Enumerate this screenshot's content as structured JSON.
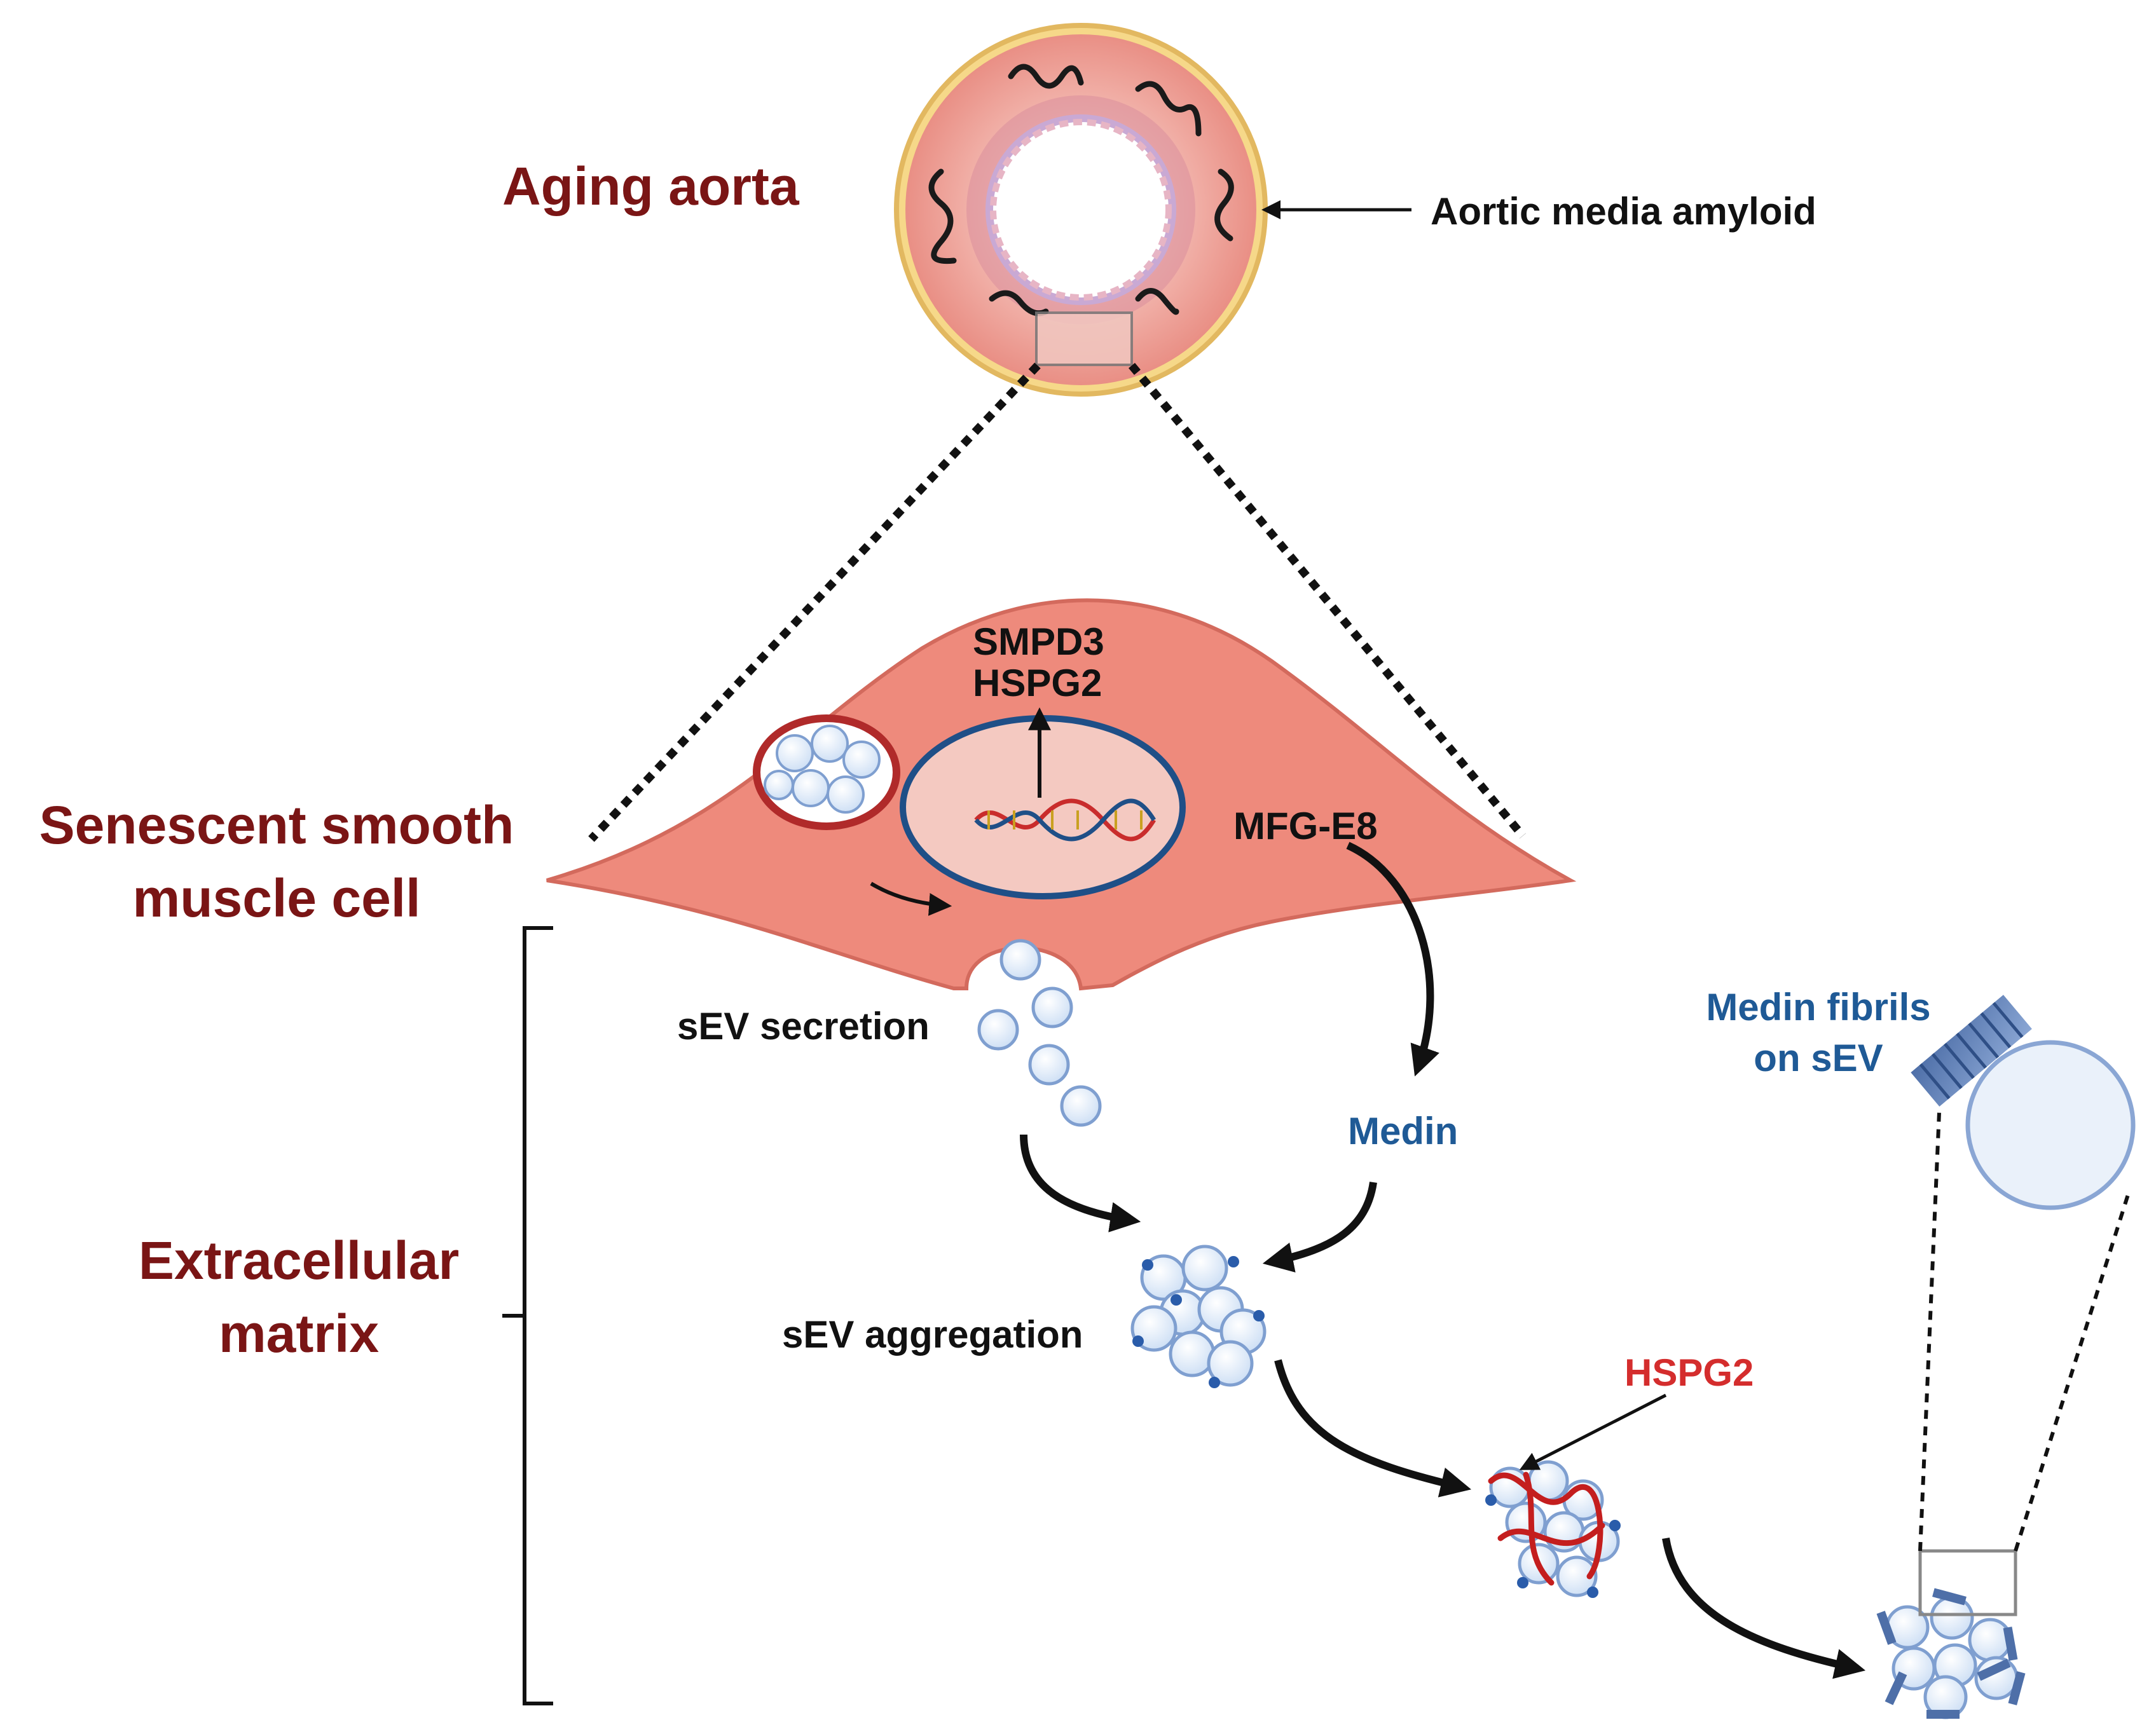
{
  "labels": {
    "aging_aorta": "Aging aorta",
    "aortic_media_amyloid": "Aortic media amyloid",
    "smpd3": "SMPD3",
    "hspg2_nucleus": "HSPG2",
    "mfg_e8": "MFG-E8",
    "senescent_cell_line1": "Senescent smooth",
    "senescent_cell_line2": "muscle cell",
    "extracellular_line1": "Extracellular",
    "extracellular_line2": "matrix",
    "sev_secretion": "sEV secretion",
    "medin": "Medin",
    "sev_aggregation": "sEV aggregation",
    "hspg2_ecm": "HSPG2",
    "medin_fibrils_line1": "Medin fibrils",
    "medin_fibrils_line2": "on sEV"
  },
  "colors": {
    "title_dark_red": "#7a1515",
    "medin_blue": "#1f5a96",
    "hspg2_red": "#d42d2d",
    "cell_salmon": "#ee8a7c",
    "vesicle_blue": "#7f9fd0"
  }
}
